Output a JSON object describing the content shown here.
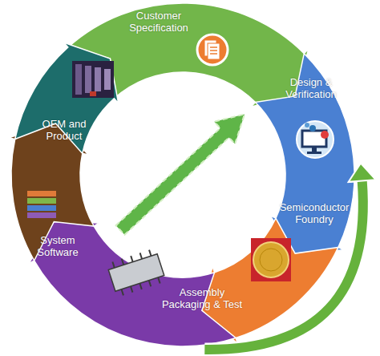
{
  "diagram": {
    "nodes": [
      {
        "text": [
          "Customer Specification"
        ]
      },
      {
        "text": [
          "Design & Verification"
        ]
      },
      {
        "text": [
          "Semiconductor Foundry"
        ]
      },
      {
        "text": [
          "Assembly Packaging & Test"
        ]
      },
      {
        "text": [
          "System Software"
        ]
      },
      {
        "text": [
          "OEM and Product"
        ]
      }
    ],
    "edges": [
      {
        "from": 2,
        "to": 1,
        "arrow": "to"
      },
      {
        "from": 3,
        "to": 1,
        "arrow": "to"
      }
    ]
  }
}
